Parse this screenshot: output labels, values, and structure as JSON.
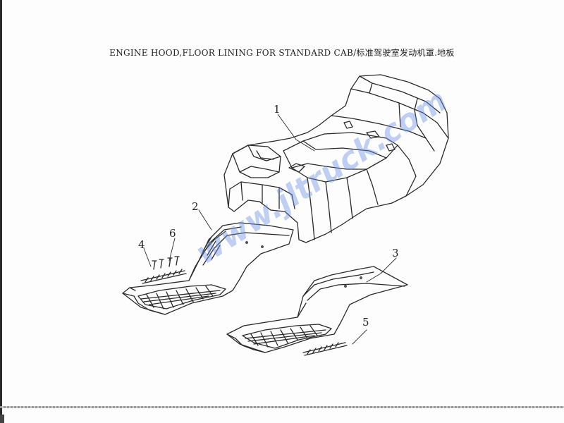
{
  "title": "ENGINE HOOD,FLOOR LINING FOR STANDARD CAB/标准驾驶室发动机罩.地板",
  "watermark": "www.jltruck.com",
  "callouts": {
    "engine_hood": "1",
    "floor_lining_left": "2",
    "floor_lining_right": "3",
    "strip_left": "4",
    "strip_right": "5",
    "bolts": "6"
  },
  "colors": {
    "line": "#2a2a2a",
    "watermark": "#6c8fe6"
  }
}
